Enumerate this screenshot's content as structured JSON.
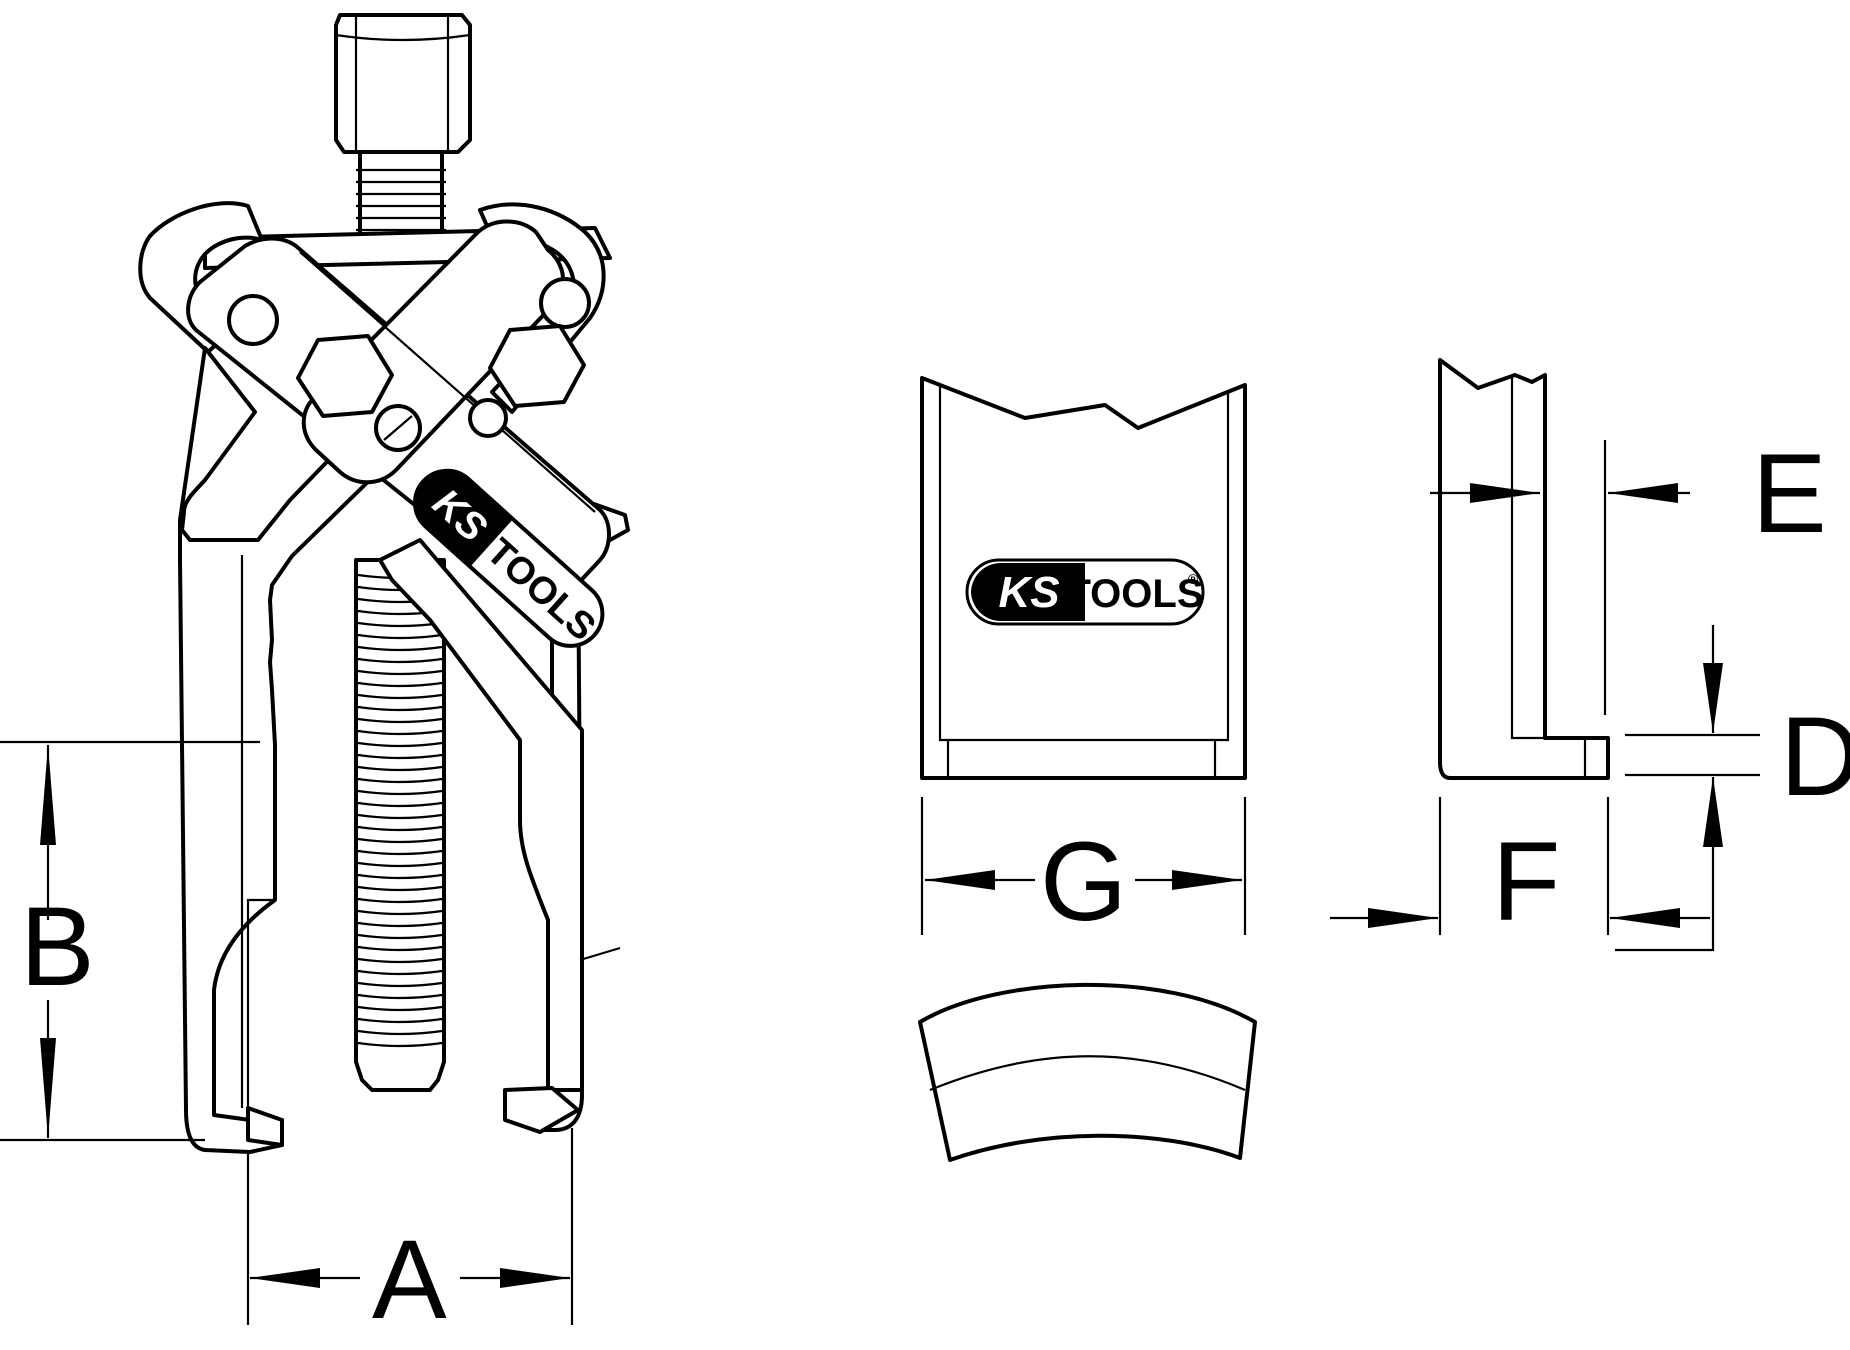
{
  "diagram": {
    "labels": {
      "a": "A",
      "b": "B",
      "d": "D",
      "e": "E",
      "f": "F",
      "g": "G"
    },
    "logo": {
      "left": "KS",
      "right": "TOOLS",
      "mark": "®"
    }
  }
}
